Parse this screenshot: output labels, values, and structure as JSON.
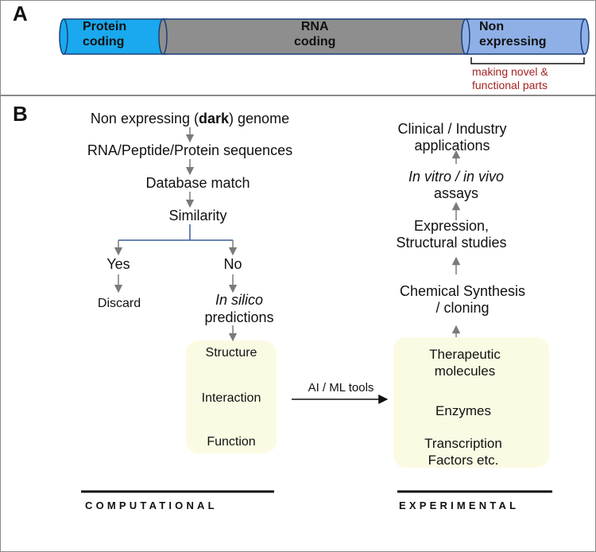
{
  "panel_a": {
    "label": "A",
    "segments": [
      {
        "label": "Protein\ncoding",
        "color": "#1aa9ee"
      },
      {
        "label": "RNA\ncoding",
        "color": "#8e8e8e"
      },
      {
        "label": "Non\nexpressing",
        "color": "#8fb0e6"
      }
    ],
    "bracket_note": "making novel &\nfunctional parts",
    "note_color": "#a52222"
  },
  "panel_b": {
    "label": "B",
    "computational": {
      "step1_pre": "Non expressing (",
      "step1_bold": "dark",
      "step1_post": ") genome",
      "step2": "RNA/Peptide/Protein sequences",
      "step3": "Database match",
      "step4": "Similarity",
      "yes": "Yes",
      "no": "No",
      "discard": "Discard",
      "insilico_italic": "In silico",
      "insilico_rest": "predictions",
      "box_items": [
        "Structure",
        "Interaction",
        "Function"
      ],
      "footer": "COMPUTATIONAL"
    },
    "arrow_label": "AI / ML tools",
    "experimental": {
      "box_items": [
        "Therapeutic\nmolecules",
        "Enzymes",
        "Transcription\nFactors etc."
      ],
      "synthesis": "Chemical Synthesis\n/ cloning",
      "expression": "Expression,\nStructural studies",
      "assays_italic": "In vitro / in vivo",
      "assays_rest": "assays",
      "applications": "Clinical / Industry\napplications",
      "footer": "EXPERIMENTAL"
    },
    "colors": {
      "box_fill": "#fbfbe4",
      "branch_line": "#3a5a9a",
      "arrow": "#7a7a7a"
    }
  }
}
